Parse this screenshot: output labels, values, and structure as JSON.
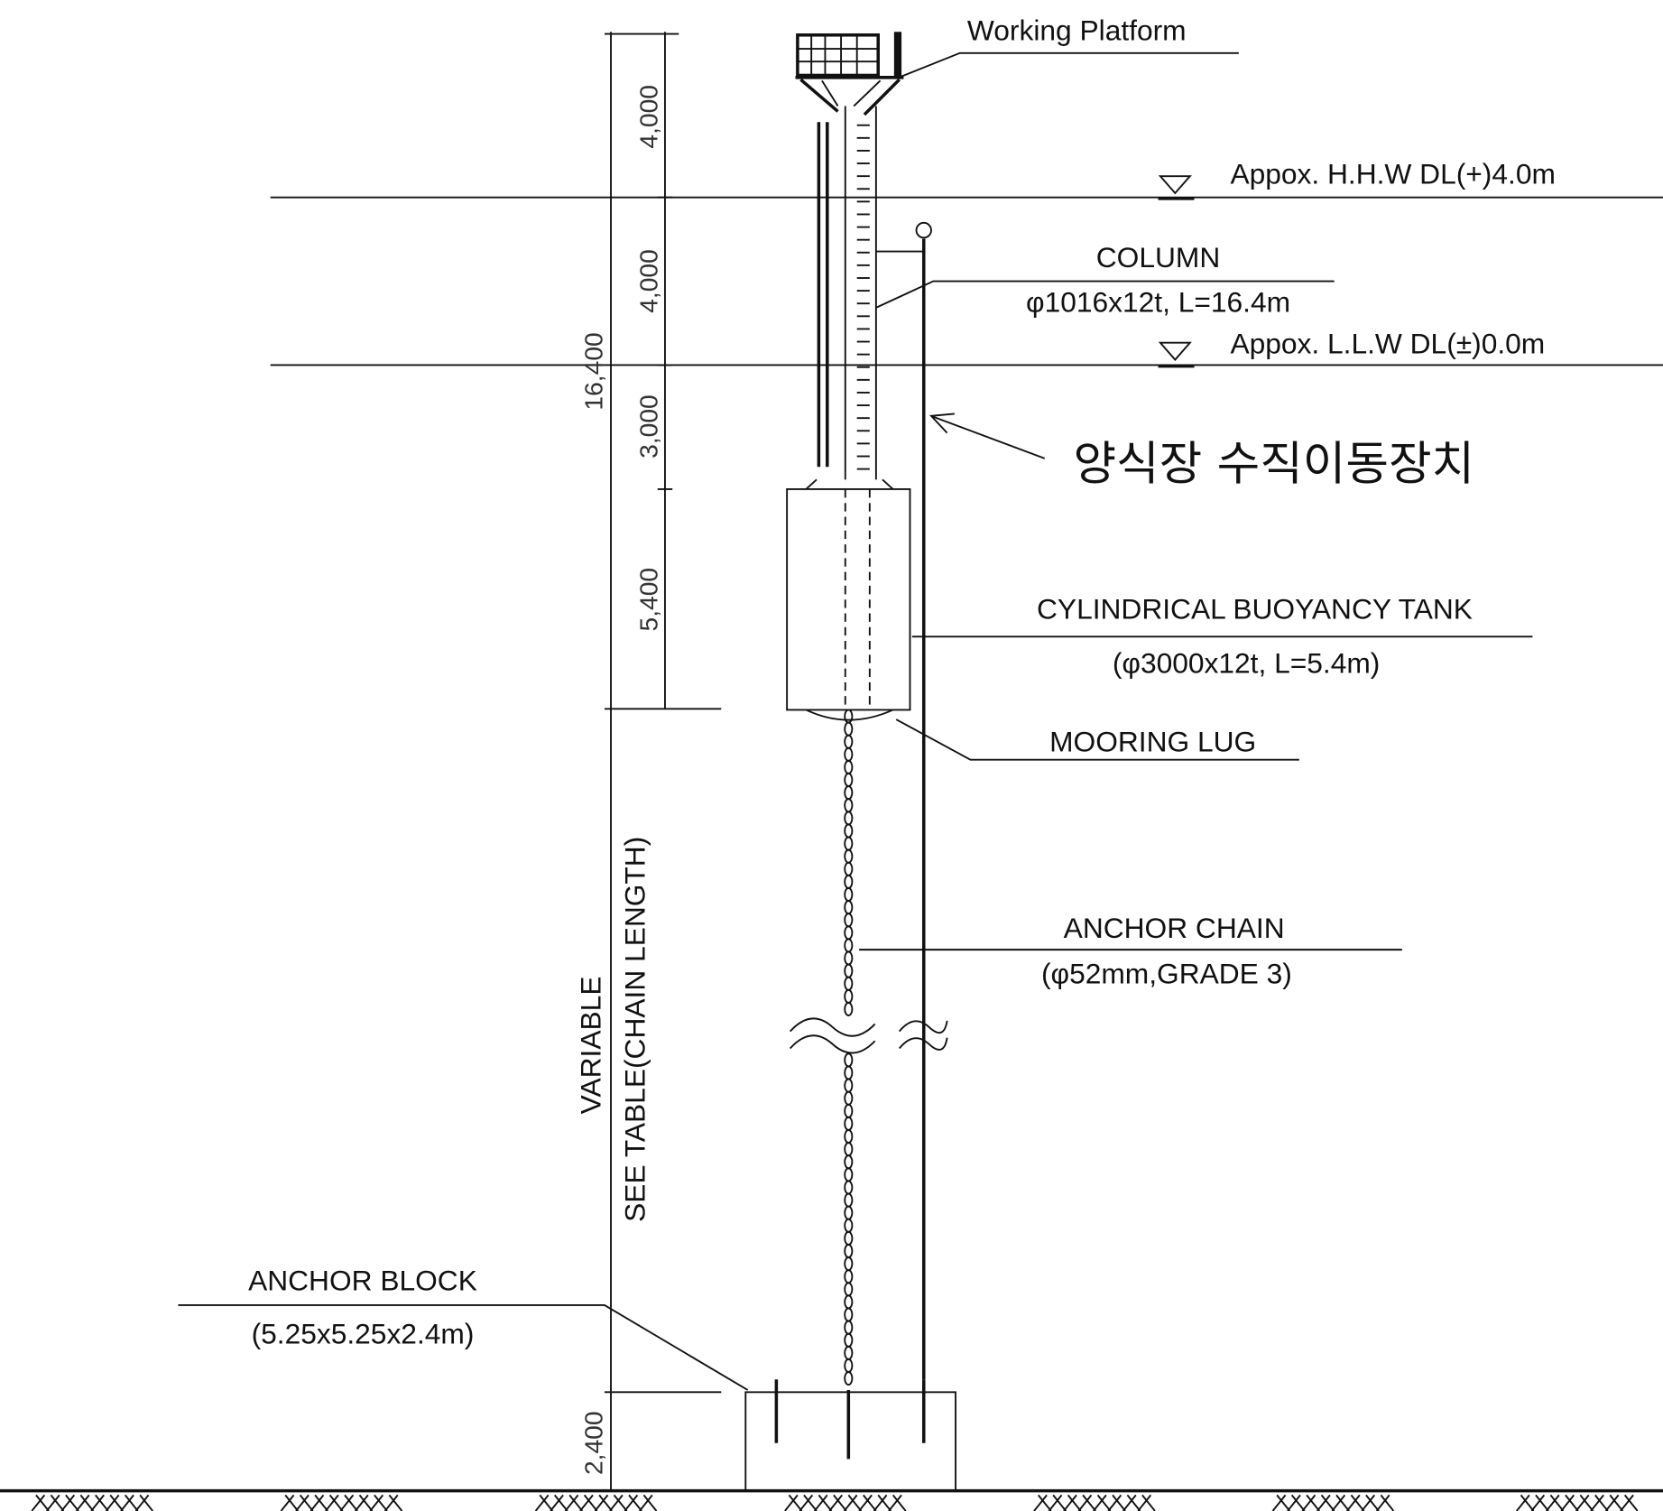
{
  "labels": {
    "working_platform": "Working Platform",
    "hhw": "Appox. H.H.W DL(+)4.0m",
    "llw": "Appox. L.L.W DL(±)0.0m",
    "column": "COLUMN",
    "column_spec": "φ1016x12t, L=16.4m",
    "korean_note": "양식장 수직이동장치",
    "tank": "CYLINDRICAL BUOYANCY TANK",
    "tank_spec": "(φ3000x12t, L=5.4m)",
    "mooring_lug": "MOORING LUG",
    "anchor_chain": "ANCHOR CHAIN",
    "anchor_chain_spec": "(φ52mm,GRADE 3)",
    "anchor_block": "ANCHOR BLOCK",
    "anchor_block_spec": "(5.25x5.25x2.4m)"
  },
  "dimensions": {
    "top": "4,000",
    "second": "4,000",
    "third": "3,000",
    "tank": "5,400",
    "total": "16,400",
    "variable": "VARIABLE",
    "see_table": "SEE TABLE(CHAIN LENGTH)",
    "block": "2,400"
  }
}
